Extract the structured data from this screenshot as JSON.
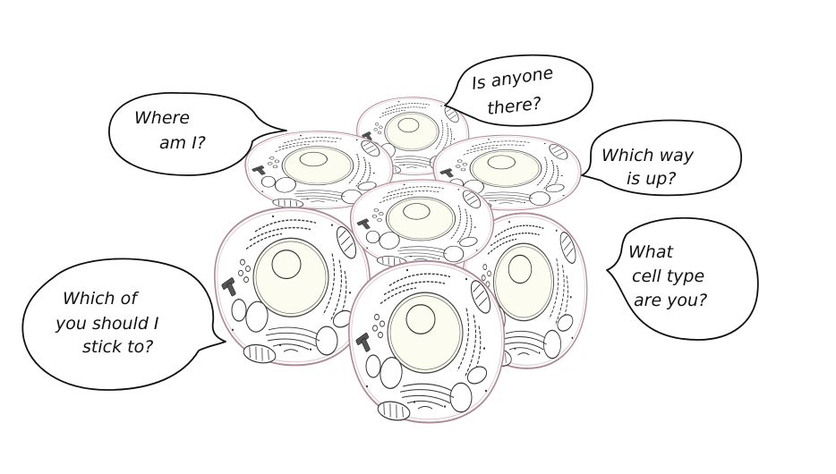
{
  "illustration": {
    "subject": "Cluster of eukaryotic cells with speech bubbles",
    "colors": {
      "background": "#ffffff",
      "membrane": "#b08a93",
      "nucleus_fill": "#fdfcf1",
      "outline": "#111111",
      "centriole": "#555555"
    },
    "cell_count": 7,
    "cell_parts": [
      "cell membrane",
      "nucleus",
      "nucleolus",
      "rough endoplasmic reticulum",
      "golgi apparatus",
      "mitochondria",
      "vesicles",
      "centrioles",
      "ribosomes"
    ]
  },
  "bubbles": [
    {
      "id": "where",
      "lines": [
        "Where",
        "am I?"
      ]
    },
    {
      "id": "anyone",
      "lines": [
        "Is anyone",
        "there?"
      ]
    },
    {
      "id": "way",
      "lines": [
        "Which way",
        "is up?"
      ]
    },
    {
      "id": "celltype",
      "lines": [
        "What",
        "cell type",
        "are you?"
      ]
    },
    {
      "id": "stick",
      "lines": [
        "Which of",
        "you should I",
        "stick to?"
      ]
    }
  ]
}
